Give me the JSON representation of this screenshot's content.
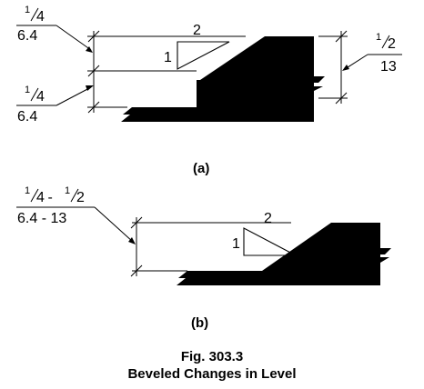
{
  "figure": {
    "number": "Fig. 303.3",
    "title": "Beveled Changes in Level"
  },
  "diagram_a": {
    "label": "(a)",
    "slope_run": "2",
    "slope_rise": "1",
    "upper_left_dim": {
      "numerator": "1",
      "denominator": "4",
      "metric": "6.4"
    },
    "lower_left_dim": {
      "numerator": "1",
      "denominator": "4",
      "metric": "6.4"
    },
    "right_dim": {
      "numerator": "1",
      "denominator": "2",
      "metric": "13"
    }
  },
  "diagram_b": {
    "label": "(b)",
    "slope_run": "2",
    "slope_rise": "1",
    "left_dim": {
      "numerator_a": "1",
      "denominator_a": "4",
      "separator": " - ",
      "numerator_b": "1",
      "denominator_b": "2",
      "metric": "6.4 - 13"
    }
  }
}
